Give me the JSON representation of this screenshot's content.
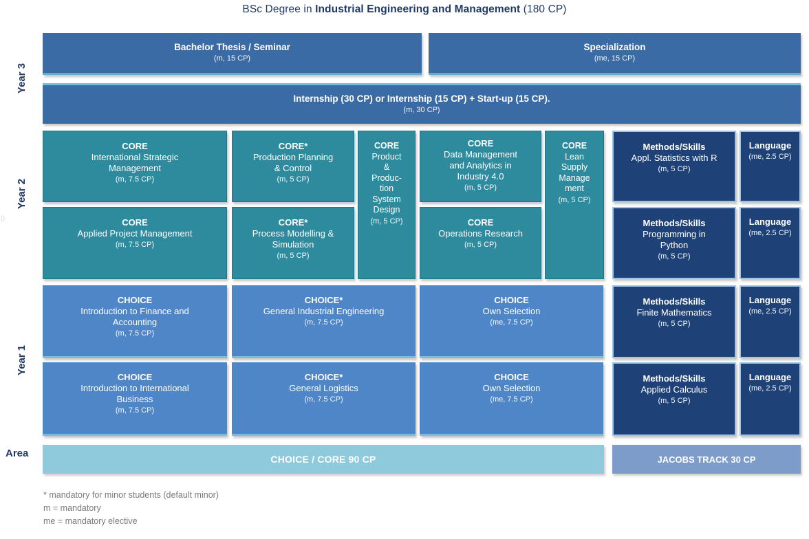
{
  "title": {
    "prefix": "BSc Degree in ",
    "emphasis": "Industrial Engineering and Management",
    "suffix": " (180 CP)"
  },
  "axis_labels": {
    "year3": "Year 3",
    "year2": "Year 2",
    "year1": "Year 1",
    "area": "Area"
  },
  "colors": {
    "title_navy": "#1F3864",
    "year3_steel_blue": "#3B6BA5",
    "core_teal": "#2E8B9E",
    "choice_blue": "#4E86C8",
    "methods_dark_navy": "#1E4278",
    "methods_border_light_blue": "#9DC3E6",
    "choice_core_bar": "#8FC9DC",
    "jacobs_bar": "#7E9CC9",
    "footnote_gray": "#7A7A7A"
  },
  "courses": {
    "bachelor_thesis": {
      "heading": "Bachelor Thesis / Seminar",
      "credits": "(m, 15 CP)"
    },
    "specialization": {
      "heading": "Specialization",
      "credits": "(me, 15 CP)"
    },
    "internship": {
      "heading": "Internship (30 CP) or Internship (15 CP) + Start-up (15 CP).",
      "credits": "(m, 30 CP)"
    },
    "core_ism": {
      "heading": "CORE",
      "title": "International Strategic\nManagement",
      "credits": "(m, 7.5 CP)"
    },
    "core_ppc": {
      "heading": "CORE*",
      "title": "Production Planning\n& Control",
      "credits": "(m, 5 CP)"
    },
    "core_ppsd": {
      "heading": "CORE",
      "title": "Product\n&\nProduc-\ntion\nSystem\nDesign",
      "credits": "(m, 5 CP)"
    },
    "core_dm": {
      "heading": "CORE",
      "title": "Data Management\nand Analytics in\nIndustry 4.0",
      "credits": "(m, 5 CP)"
    },
    "core_lsm": {
      "heading": "CORE",
      "title": "Lean\nSupply\nManage\nment",
      "credits": "(m, 5 CP)"
    },
    "core_apm": {
      "heading": "CORE",
      "title": "Applied Project Management",
      "credits": "(m, 7.5 CP)"
    },
    "core_pms": {
      "heading": "CORE*",
      "title": "Process Modelling &\nSimulation",
      "credits": "(m, 5 CP)"
    },
    "core_or": {
      "heading": "CORE",
      "title": "Operations Research",
      "credits": "(m, 5 CP)"
    },
    "ms_stats": {
      "heading": "Methods/Skills",
      "title": "Appl. Statistics with R",
      "credits": "(m, 5 CP)"
    },
    "ms_python": {
      "heading": "Methods/Skills",
      "title": "Programming in\nPython",
      "credits": "(m, 5 CP)"
    },
    "ms_finmath": {
      "heading": "Methods/Skills",
      "title": "Finite Mathematics",
      "credits": "(m, 5 CP)"
    },
    "ms_calc": {
      "heading": "Methods/Skills",
      "title": "Applied Calculus",
      "credits": "(m, 5 CP)"
    },
    "language": {
      "heading": "Language",
      "credits": "(me, 2.5 CP)"
    },
    "choice_fin": {
      "heading": "CHOICE",
      "title": "Introduction to Finance and\nAccounting",
      "credits": "(m, 7.5 CP)"
    },
    "choice_gie": {
      "heading": "CHOICE*",
      "title": "General Industrial Engineering",
      "credits": "(m, 7.5 CP)"
    },
    "choice_own": {
      "heading": "CHOICE",
      "title": "Own Selection",
      "credits": "(me, 7.5 CP)"
    },
    "choice_bus": {
      "heading": "CHOICE",
      "title": "Introduction to International\nBusiness",
      "credits": "(m, 7.5 CP)"
    },
    "choice_gl": {
      "heading": "CHOICE*",
      "title": "General Logistics",
      "credits": "(m, 7.5 CP)"
    }
  },
  "area_bars": {
    "choice_core": "CHOICE / CORE 90 CP",
    "jacobs_track": "JACOBS TRACK 30 CP"
  },
  "footnotes": [
    "* mandatory for minor students (default minor)",
    "m = mandatory",
    "me = mandatory elective"
  ]
}
